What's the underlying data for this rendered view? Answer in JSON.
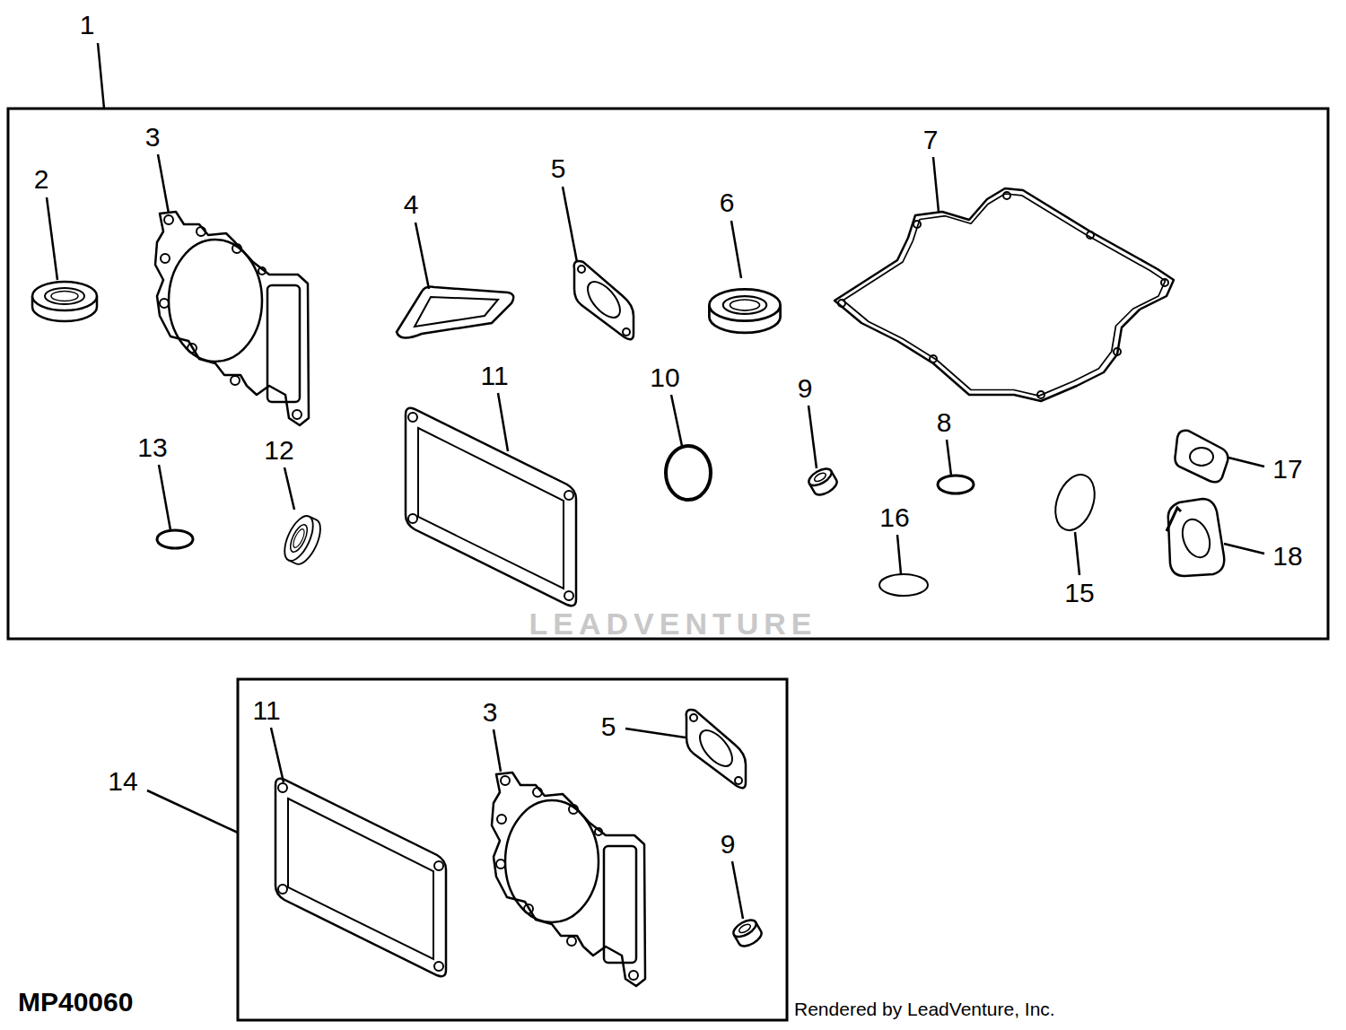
{
  "diagram": {
    "labels": [
      "1",
      "3",
      "2",
      "5",
      "4",
      "6",
      "7",
      "11",
      "10",
      "9",
      "8",
      "13",
      "12",
      "16",
      "17",
      "15",
      "18",
      "LEADVENTURE",
      "11",
      "3",
      "5",
      "14",
      "9",
      "MP40060",
      "Rendered by LeadVenture, Inc."
    ]
  }
}
